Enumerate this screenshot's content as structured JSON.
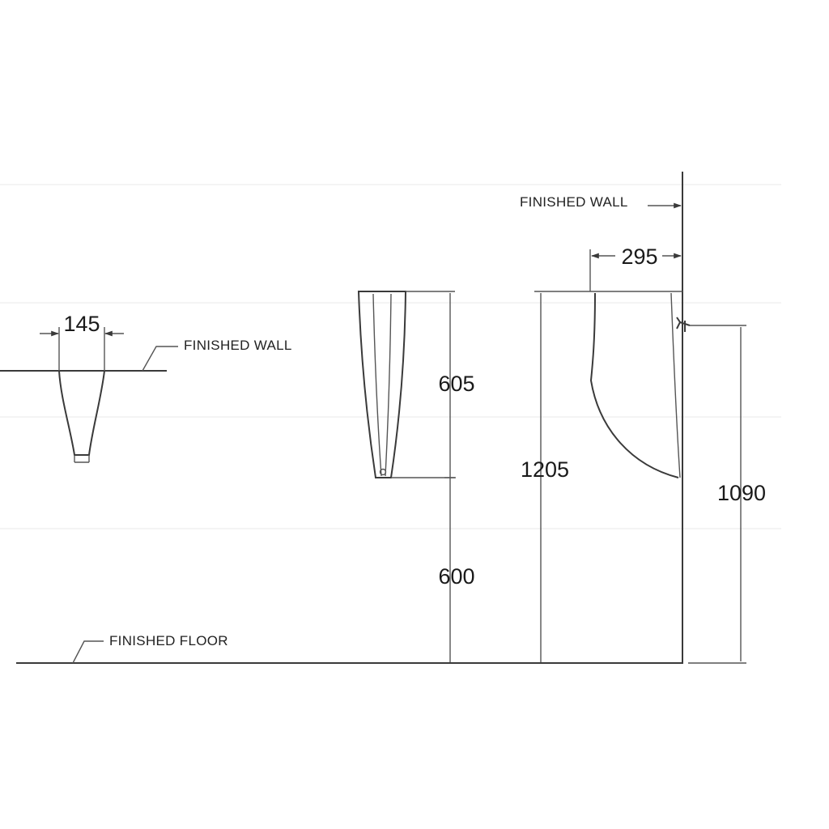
{
  "labels": {
    "finished_wall_left": "FINISHED WALL",
    "finished_wall_right": "FINISHED WALL",
    "finished_floor": "FINISHED FLOOR"
  },
  "dimensions": {
    "top_view_width": "145",
    "front_upper_height": "605",
    "front_lower_height": "600",
    "side_depth": "295",
    "side_total_height": "1205",
    "side_outlet_height": "1090"
  }
}
